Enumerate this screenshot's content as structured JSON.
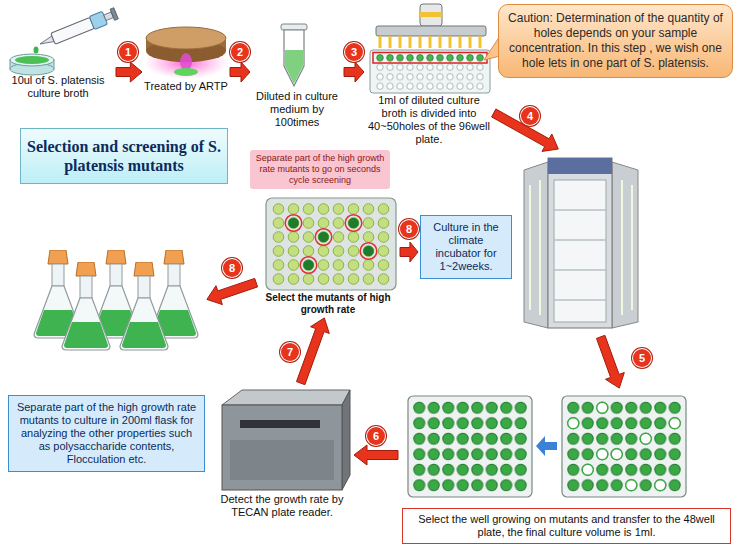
{
  "diagram": {
    "nodes": [
      {
        "text": [
          "10ul of S. platensis culture broth"
        ]
      },
      {
        "text": [
          "Treated by ARTP"
        ]
      },
      {
        "text": [
          "Diluted in culture medium by 100times"
        ]
      },
      {
        "text": [
          "1ml of diluted culture broth is divided into 40~50holes of the 96well plate."
        ]
      },
      {
        "text": [
          "Caution: Determination of the quantity of holes depends on your sample concentration. In this step , we wish one hole lets in one part of S. platensis."
        ]
      },
      {
        "text": [
          "Selection and screening of S. platensis mutants"
        ]
      },
      {
        "text": [
          "Separate part of the high growth rate mutants to go on seconds cycle screening"
        ]
      },
      {
        "text": [
          "Select the mutants of high growth rate"
        ]
      },
      {
        "text": [
          "Culture in the climate incubator for 1~2weeks."
        ]
      },
      {
        "text": [
          "Separate part of the high growth rate mutants to culture in 200ml flask for analyzing the other properties such as polysaccharide contents, Flocculation etc."
        ]
      },
      {
        "text": [
          "Select the well growing on mutants and transfer to the 48well plate, the final culture volume is 1ml."
        ]
      },
      {
        "text": [
          "Detect the growth rate by TECAN plate reader."
        ]
      }
    ],
    "edges": [
      {
        "from": 0,
        "to": 1,
        "label": "1",
        "arrow": "to"
      },
      {
        "from": 1,
        "to": 2,
        "label": "2",
        "arrow": "to"
      },
      {
        "from": 2,
        "to": 3,
        "label": "3",
        "arrow": "to"
      },
      {
        "from": 3,
        "to": 8,
        "label": "4",
        "arrow": "to"
      },
      {
        "from": 8,
        "to": 10,
        "label": "5",
        "arrow": "to"
      },
      {
        "from": 10,
        "to": 11,
        "label": "6",
        "arrow": "to"
      },
      {
        "from": 11,
        "to": 7,
        "label": "7",
        "arrow": "to"
      },
      {
        "from": 7,
        "to": 8,
        "label": "8",
        "arrow": "to"
      },
      {
        "from": 7,
        "to": 9,
        "label": "8",
        "arrow": "to"
      }
    ]
  }
}
